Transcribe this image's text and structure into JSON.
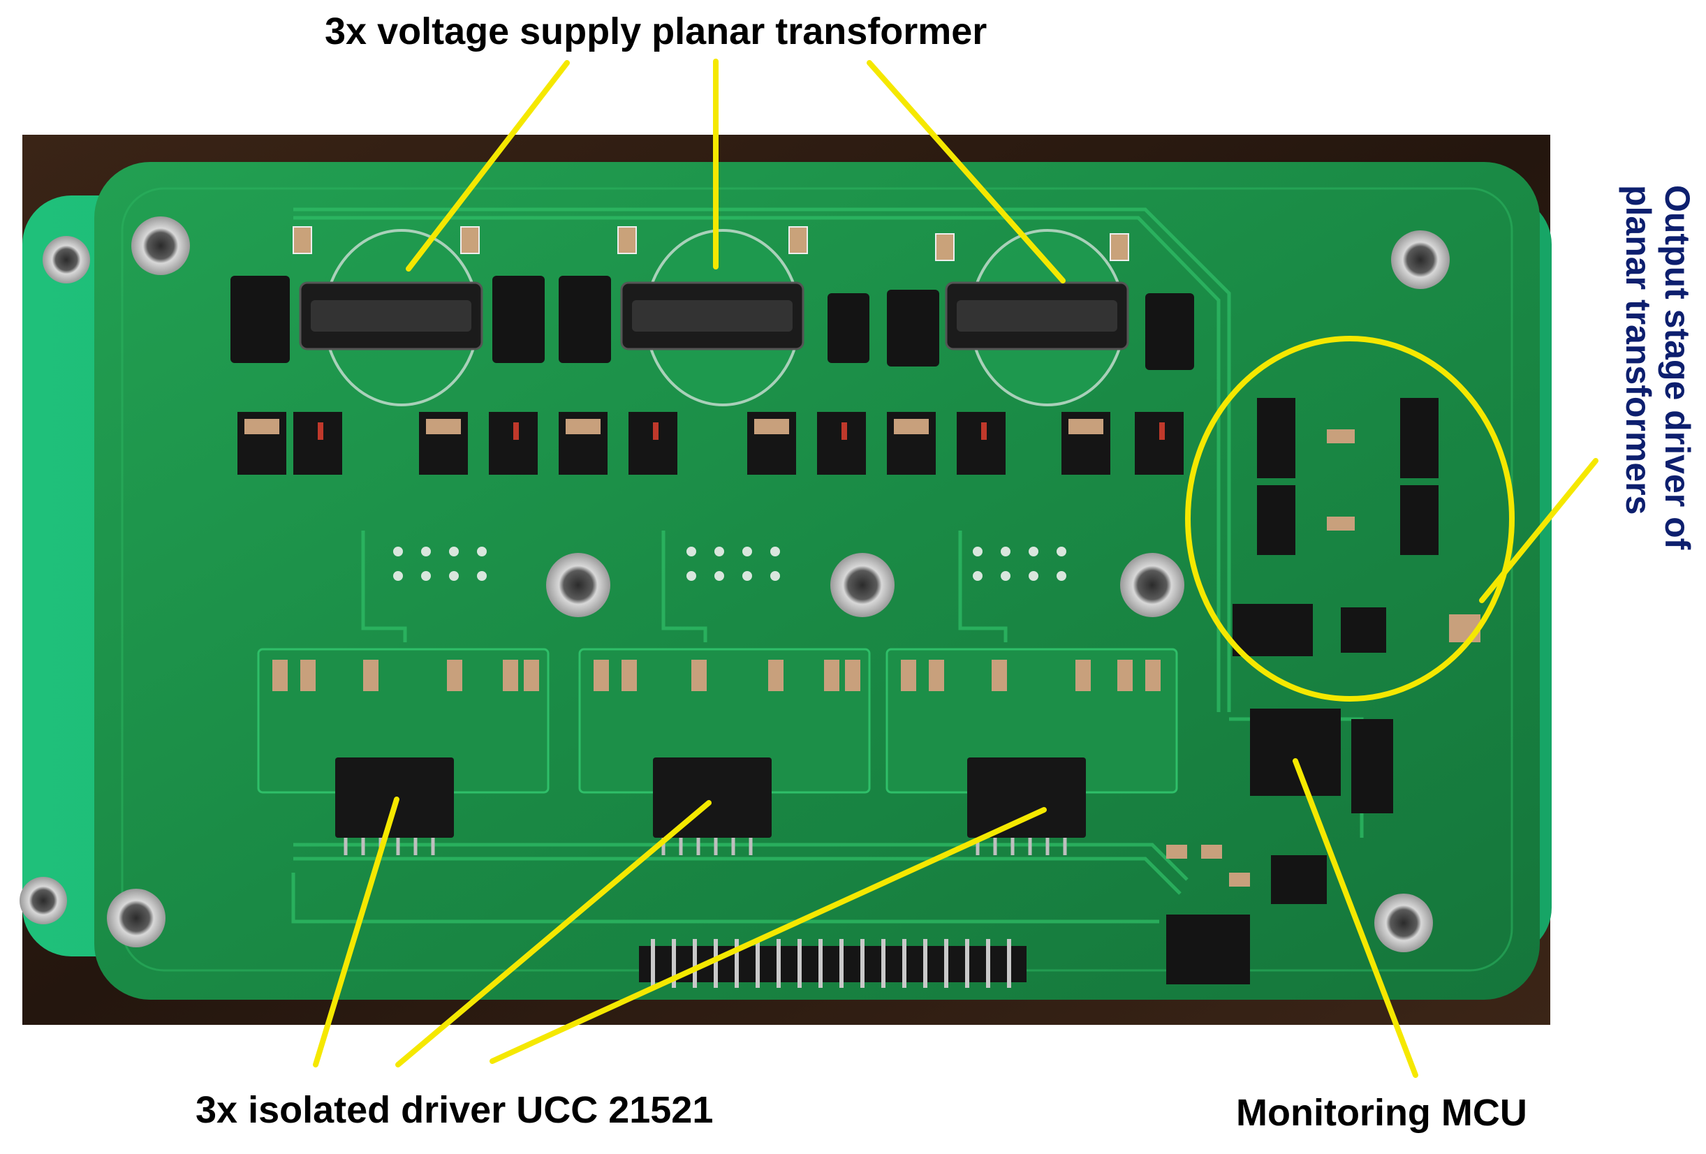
{
  "labels": {
    "top": "3x voltage supply planar transformer",
    "bottom_left": "3x isolated driver UCC 21521",
    "bottom_right": "Monitoring MCU",
    "right_line1": "Output stage driver of",
    "right_line2": "planar transformers"
  },
  "colors": {
    "annotation": "#f5e800",
    "pcb": "#1a8a45",
    "background": "#2e1c12",
    "right_label_text": "#0d1f6e",
    "label_text": "#000000"
  }
}
